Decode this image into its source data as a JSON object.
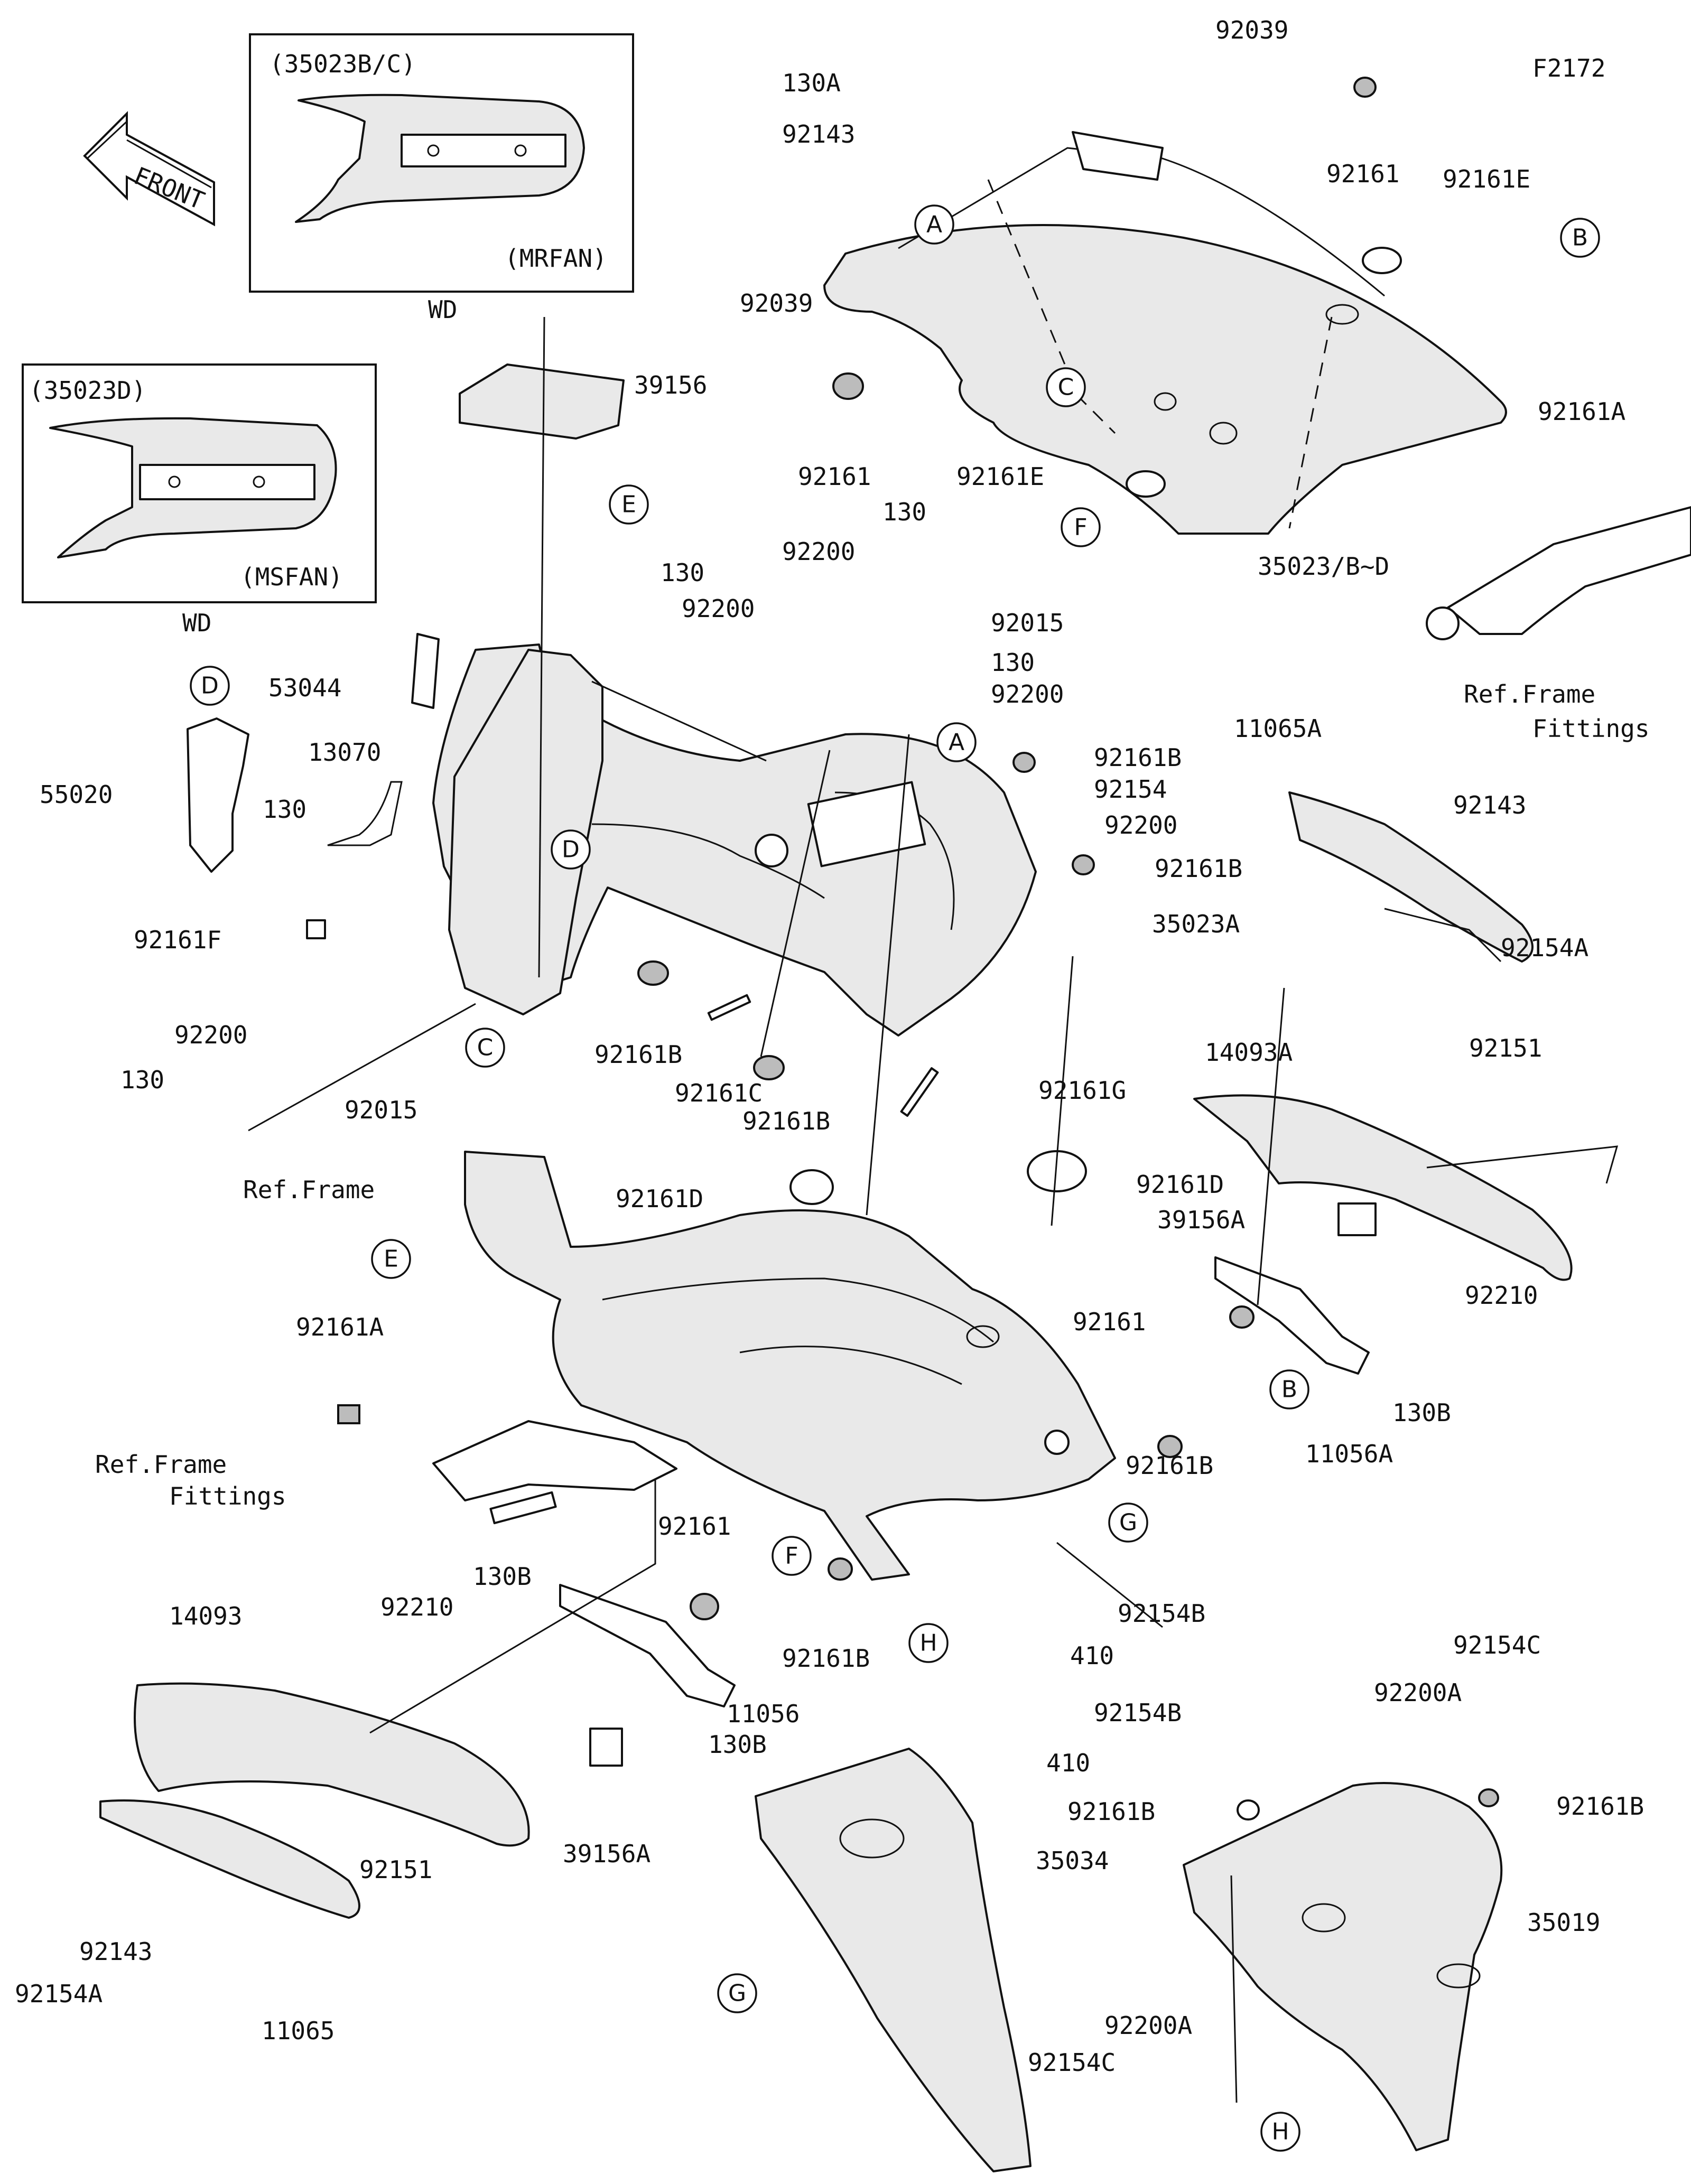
{
  "figure_code": "F2172",
  "front_arrow": {
    "label": "FRONT"
  },
  "insets": [
    {
      "code": "(35023B/C)",
      "variant": "(MRFAN)",
      "caption": "WD"
    },
    {
      "code": "(35023D)",
      "variant": "(MSFAN)",
      "caption": "WD"
    }
  ],
  "part_labels": [
    "130A",
    "92039",
    "92143",
    "92161",
    "92161E",
    "92039",
    "92161",
    "92161E",
    "35023/B~D",
    "92161A",
    "Ref.Frame",
    "Fittings",
    "39156",
    "130",
    "92200",
    "130",
    "92200",
    "92015",
    "130",
    "92200",
    "53044",
    "13070",
    "130",
    "55020",
    "92161F",
    "92161B",
    "92154",
    "92200",
    "92161B",
    "35023A",
    "11065A",
    "92143",
    "92154A",
    "92200",
    "130",
    "92015",
    "92161B",
    "92161C",
    "92161B",
    "92161G",
    "14093A",
    "92151",
    "92161D",
    "92161D",
    "Ref.Frame",
    "39156A",
    "92210",
    "92161",
    "130B",
    "11056A",
    "92161A",
    "92161B",
    "Ref.Frame",
    "Fittings",
    "92161",
    "130B",
    "92161B",
    "92154B",
    "410",
    "14093",
    "92210",
    "11056",
    "130B",
    "92154B",
    "410",
    "92154C",
    "92200A",
    "92161B",
    "92161B",
    "35034",
    "35019",
    "92151",
    "39156A",
    "92143",
    "92154A",
    "11065",
    "92154C",
    "92200A"
  ],
  "reference_letters": [
    "A",
    "B",
    "C",
    "F",
    "E",
    "D",
    "A",
    "D",
    "C",
    "E",
    "B",
    "G",
    "F",
    "H",
    "G",
    "H"
  ]
}
